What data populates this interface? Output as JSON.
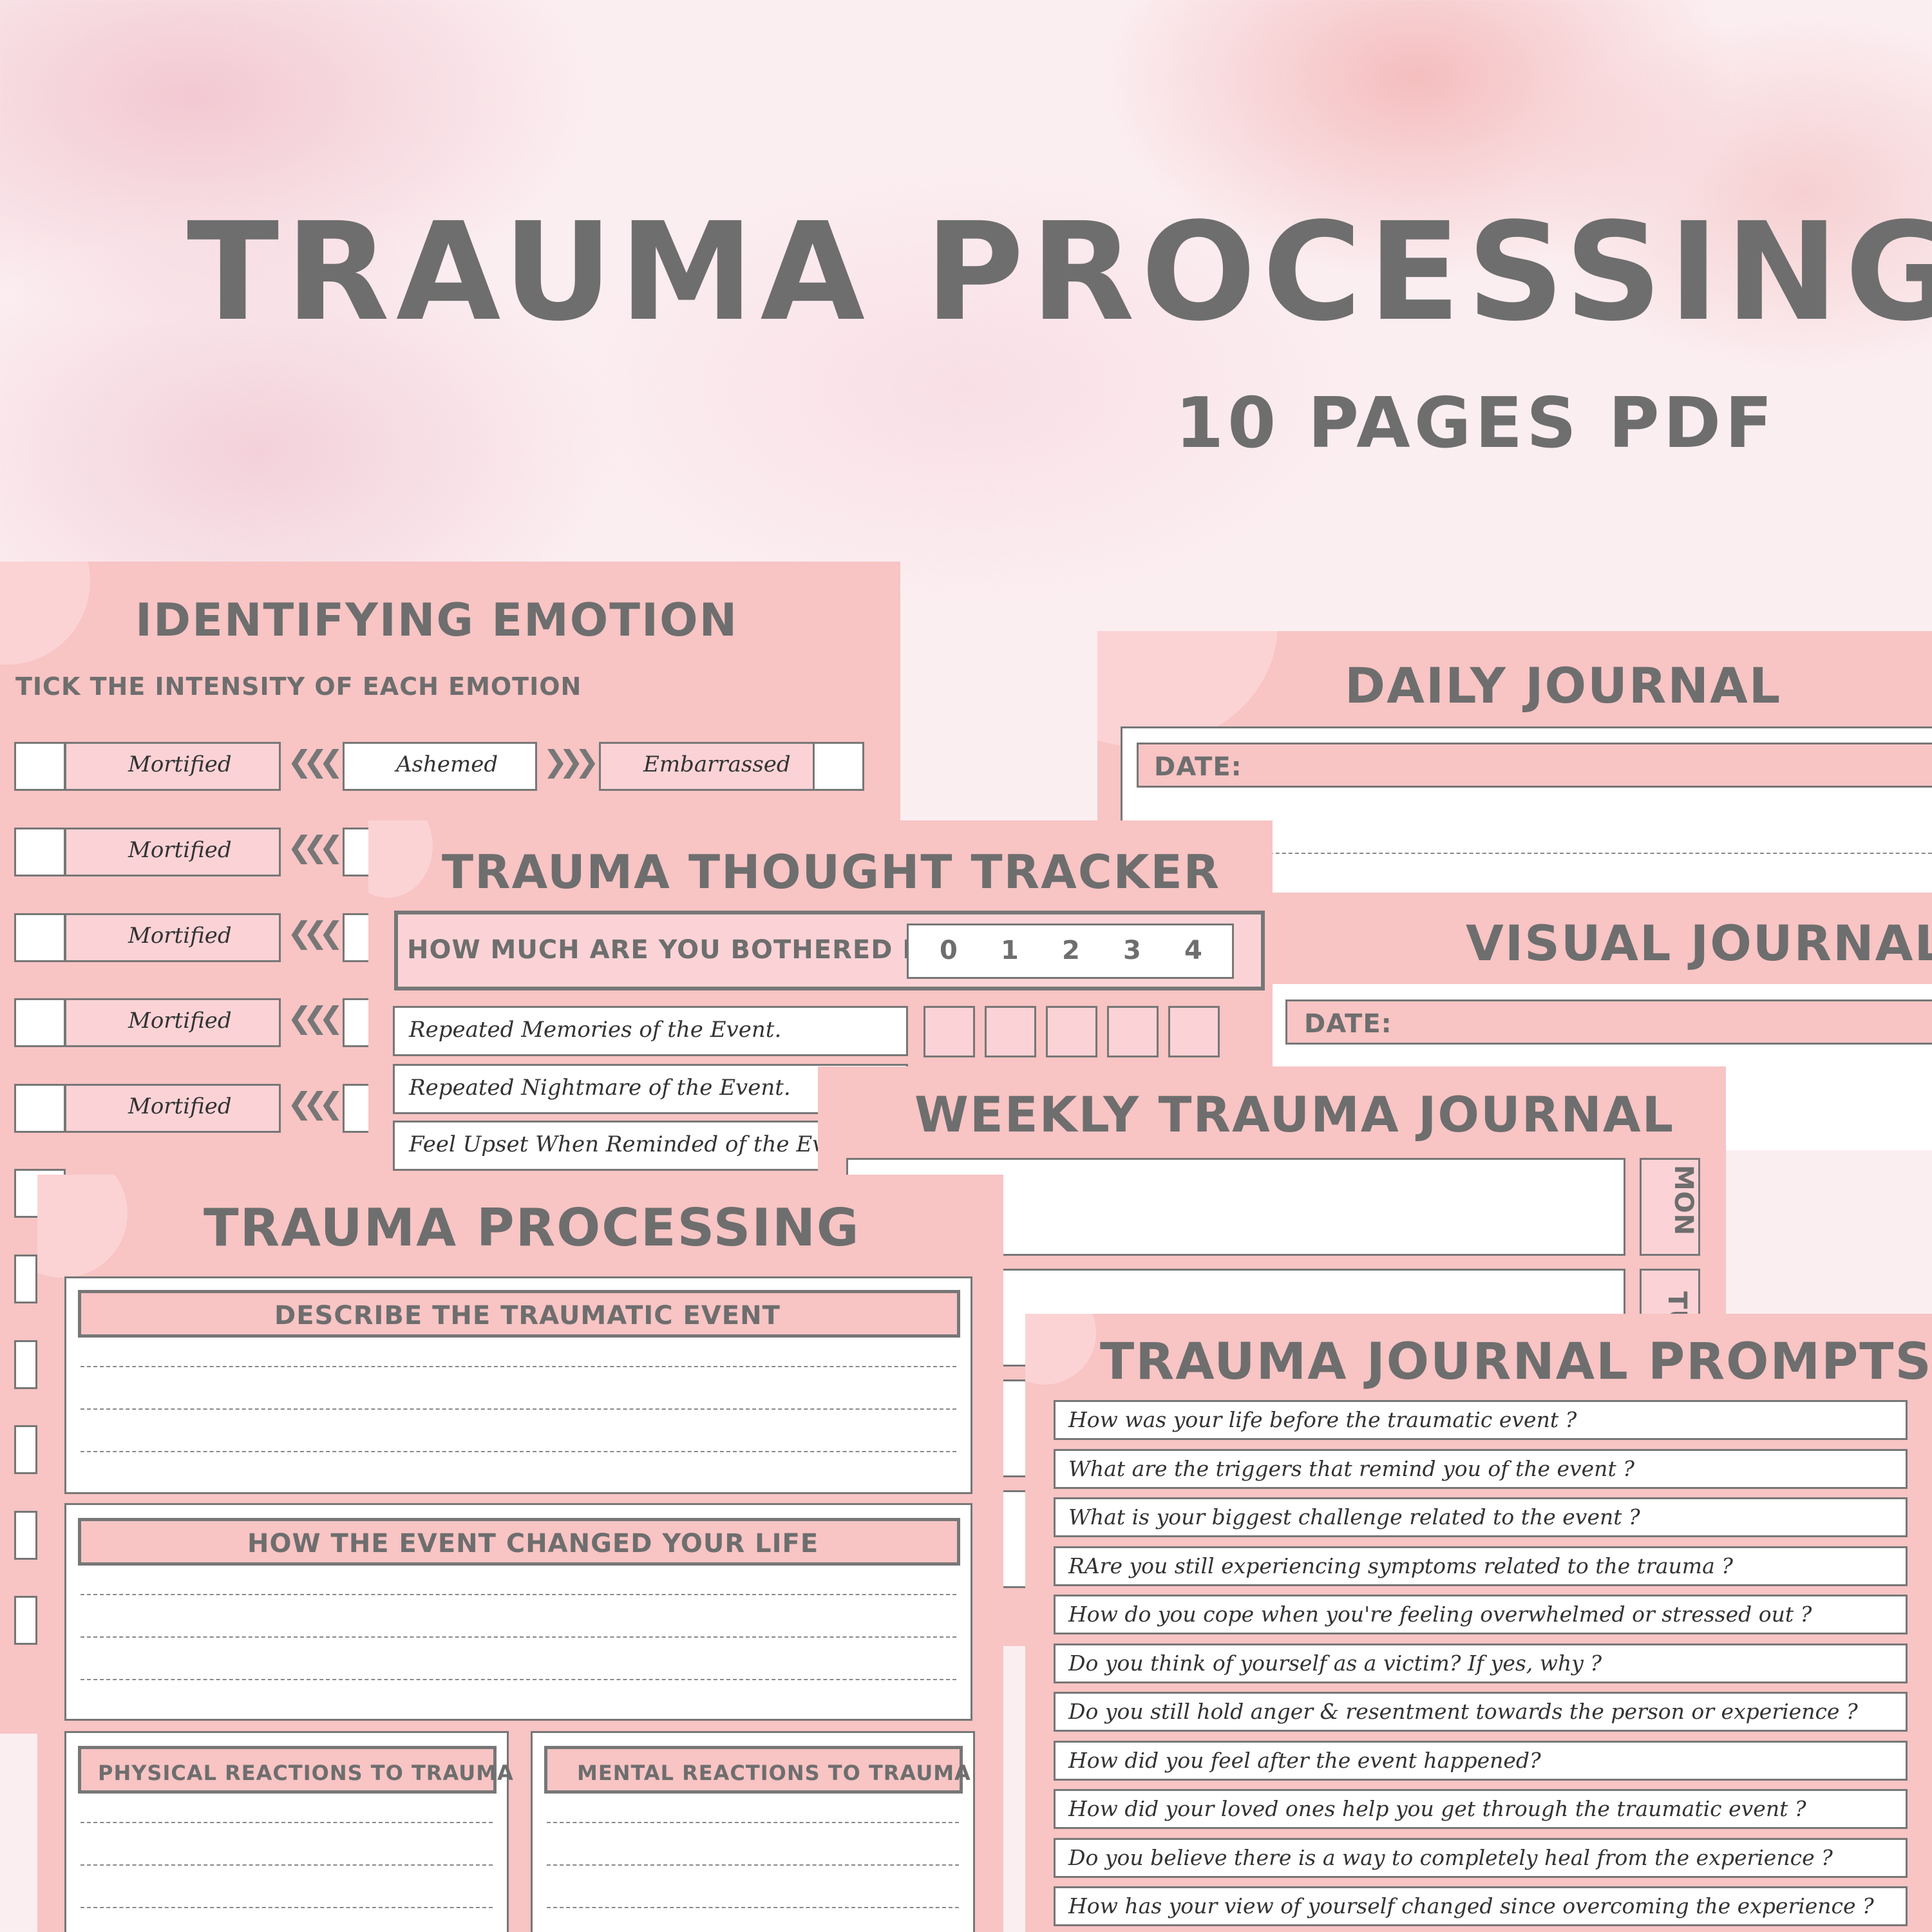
{
  "header": {
    "title": "TRAUMA PROCESSING",
    "subtitle": "10 PAGES PDF"
  },
  "identifying_emotion": {
    "title": "IDENTIFYING EMOTION",
    "instruction": "TICK THE INTENSITY OF EACH EMOTION",
    "row1": {
      "left": "Mortified",
      "middle": "Ashemed",
      "right": "Embarrassed"
    },
    "rows": [
      "Mortified",
      "Mortified",
      "Mortified",
      "Mortified"
    ]
  },
  "daily_journal": {
    "title": "DAILY JOURNAL",
    "date_label": "DATE:"
  },
  "thought_tracker": {
    "title": "TRAUMA THOUGHT TRACKER",
    "question": "HOW MUCH ARE YOU BOTHERED BY",
    "scale": [
      "0",
      "1",
      "2",
      "3",
      "4"
    ],
    "items": [
      "Repeated Memories of the Event.",
      "Repeated  Nightmare of the Event.",
      "Feel Upset  When Reminded of the Event."
    ]
  },
  "visual_journal": {
    "title": "VISUAL JOURNAL",
    "date_label": "DATE:"
  },
  "weekly_journal": {
    "title": "WEEKLY TRAUMA JOURNAL",
    "days": [
      "MON",
      "TU"
    ]
  },
  "trauma_processing": {
    "title": "TRAUMA PROCESSING",
    "section1": "DESCRIBE THE TRAUMATIC EVENT",
    "section2": "HOW THE EVENT CHANGED YOUR LIFE",
    "section3": "PHYSICAL REACTIONS TO TRAUMA",
    "section4": "MENTAL REACTIONS TO TRAUMA"
  },
  "prompts": {
    "title": "TRAUMA JOURNAL PROMPTS",
    "items": [
      "How was your life before the traumatic event ?",
      "What are the triggers that remind you of the event ?",
      "What is your biggest challenge related to the event ?",
      "RAre you still experiencing symptoms related to the trauma ?",
      "How do you cope when you're feeling overwhelmed or stressed out ?",
      "Do you think of yourself as a victim? If yes, why ?",
      "Do you still hold anger & resentment towards the person or experience ?",
      "How did you feel after the event happened?",
      "How did your loved ones help you get through the traumatic event ?",
      "Do you believe there is a way to completely heal from the experience ?",
      "How has your view of yourself changed since overcoming the experience ?"
    ]
  },
  "colors": {
    "page_pink": "#f8c4c4",
    "light_pink": "#fbd3d6",
    "heading_gray": "#6e6e6e",
    "background": "#fbeef1"
  }
}
